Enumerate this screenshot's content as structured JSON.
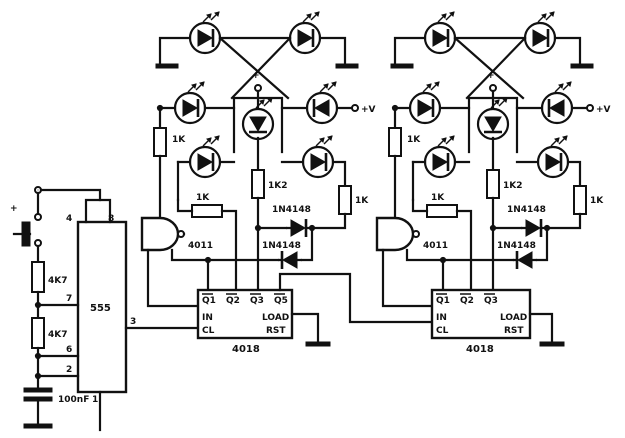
{
  "labels": {
    "plus": "+",
    "plus_v": "+V",
    "r_1k": "1K",
    "r_1k2": "1K2",
    "r_4k7": "4K7",
    "diode": "1N4148",
    "gate": "4011",
    "cap": "100nF"
  },
  "ic555": {
    "name": "555",
    "pin4": "4",
    "pin8": "8",
    "pin7": "7",
    "pin6": "6",
    "pin2": "2",
    "pin1": "1",
    "pin3": "3"
  },
  "counter_left": {
    "name": "4018",
    "q1": "Q1",
    "q2": "Q2",
    "q3": "Q3",
    "q5": "Q5",
    "in": "IN",
    "cl": "CL",
    "load": "LOAD",
    "rst": "RST"
  },
  "counter_right": {
    "name": "4018",
    "q1": "Q1",
    "q2": "Q2",
    "q3": "Q3",
    "in": "IN",
    "cl": "CL",
    "load": "LOAD",
    "rst": "RST"
  }
}
